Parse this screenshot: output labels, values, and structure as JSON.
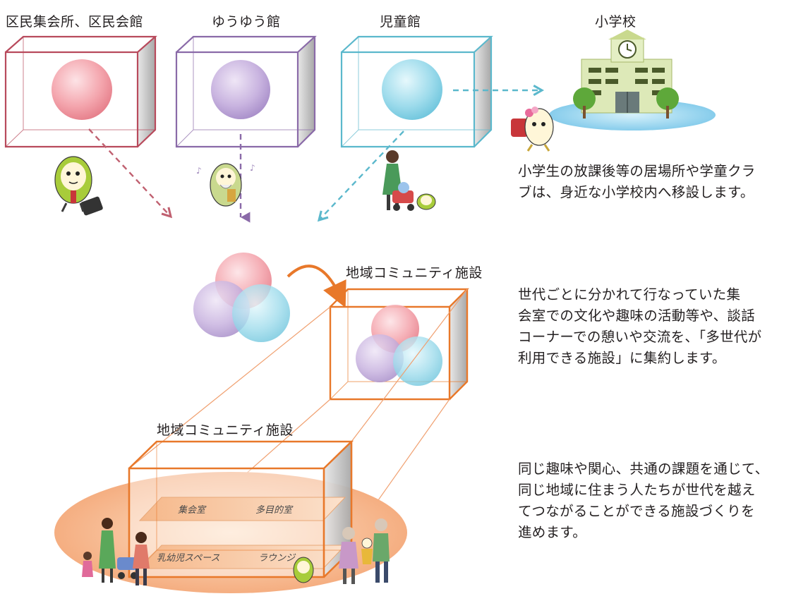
{
  "facilities": {
    "community_hall": "区民集会所、区民会館",
    "yuyu_hall": "ゆうゆう館",
    "childrens_hall": "児童館",
    "elementary_school": "小学校"
  },
  "community_facility_label": "地域コミュニティ施設",
  "building_label": "地域コミュニティ施設",
  "floors": {
    "upper_left": "集会室",
    "upper_right": "多目的室",
    "lower_left": "乳幼児スペース",
    "lower_right": "ラウンジ"
  },
  "descriptions": {
    "school": [
      "小学生の放課後等の居場所や学童クラ",
      "ブは、身近な小学校内へ移設します。"
    ],
    "consolidate": [
      "世代ごとに分かれて行なっていた集",
      "会室での文化や趣味の活動等や、談話",
      "コーナーでの憩いや交流を、「多世代が",
      "利用できる施設」に集約します。"
    ],
    "community": [
      "同じ趣味や関心、共通の課題を通じて、",
      "同じ地域に住まう人たちが世代を越え",
      "てつながることができる施設づくりを",
      "進めます。"
    ]
  },
  "colors": {
    "red": "#b84a5c",
    "purple": "#8a6aa8",
    "cyan": "#5bb8cc",
    "orange": "#e8782a"
  }
}
